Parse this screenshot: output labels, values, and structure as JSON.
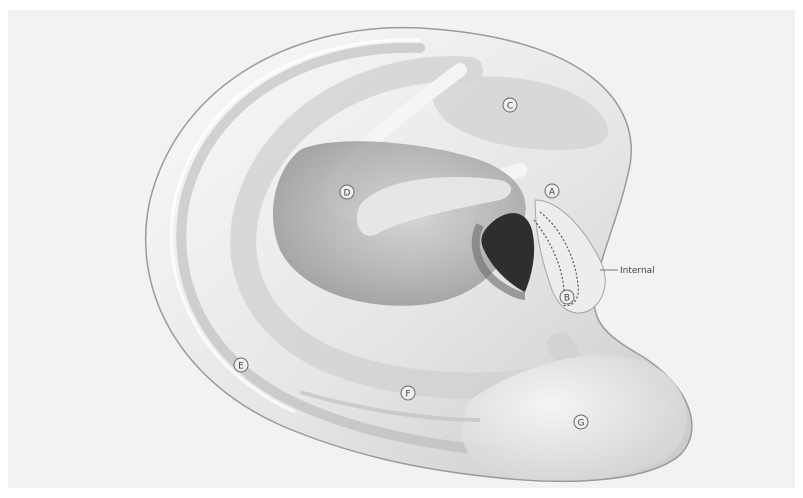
{
  "diagram": {
    "background_color": "#f2f2f2",
    "ear_base_color": "#e8e8e8",
    "shadow_color": "#6a6a6a",
    "deep_shadow_color": "#2e2e2e",
    "markers": {
      "a": "A",
      "b": "B",
      "c": "C",
      "d": "D",
      "e": "E",
      "f": "F",
      "g": "G"
    },
    "callout": "Internal"
  }
}
